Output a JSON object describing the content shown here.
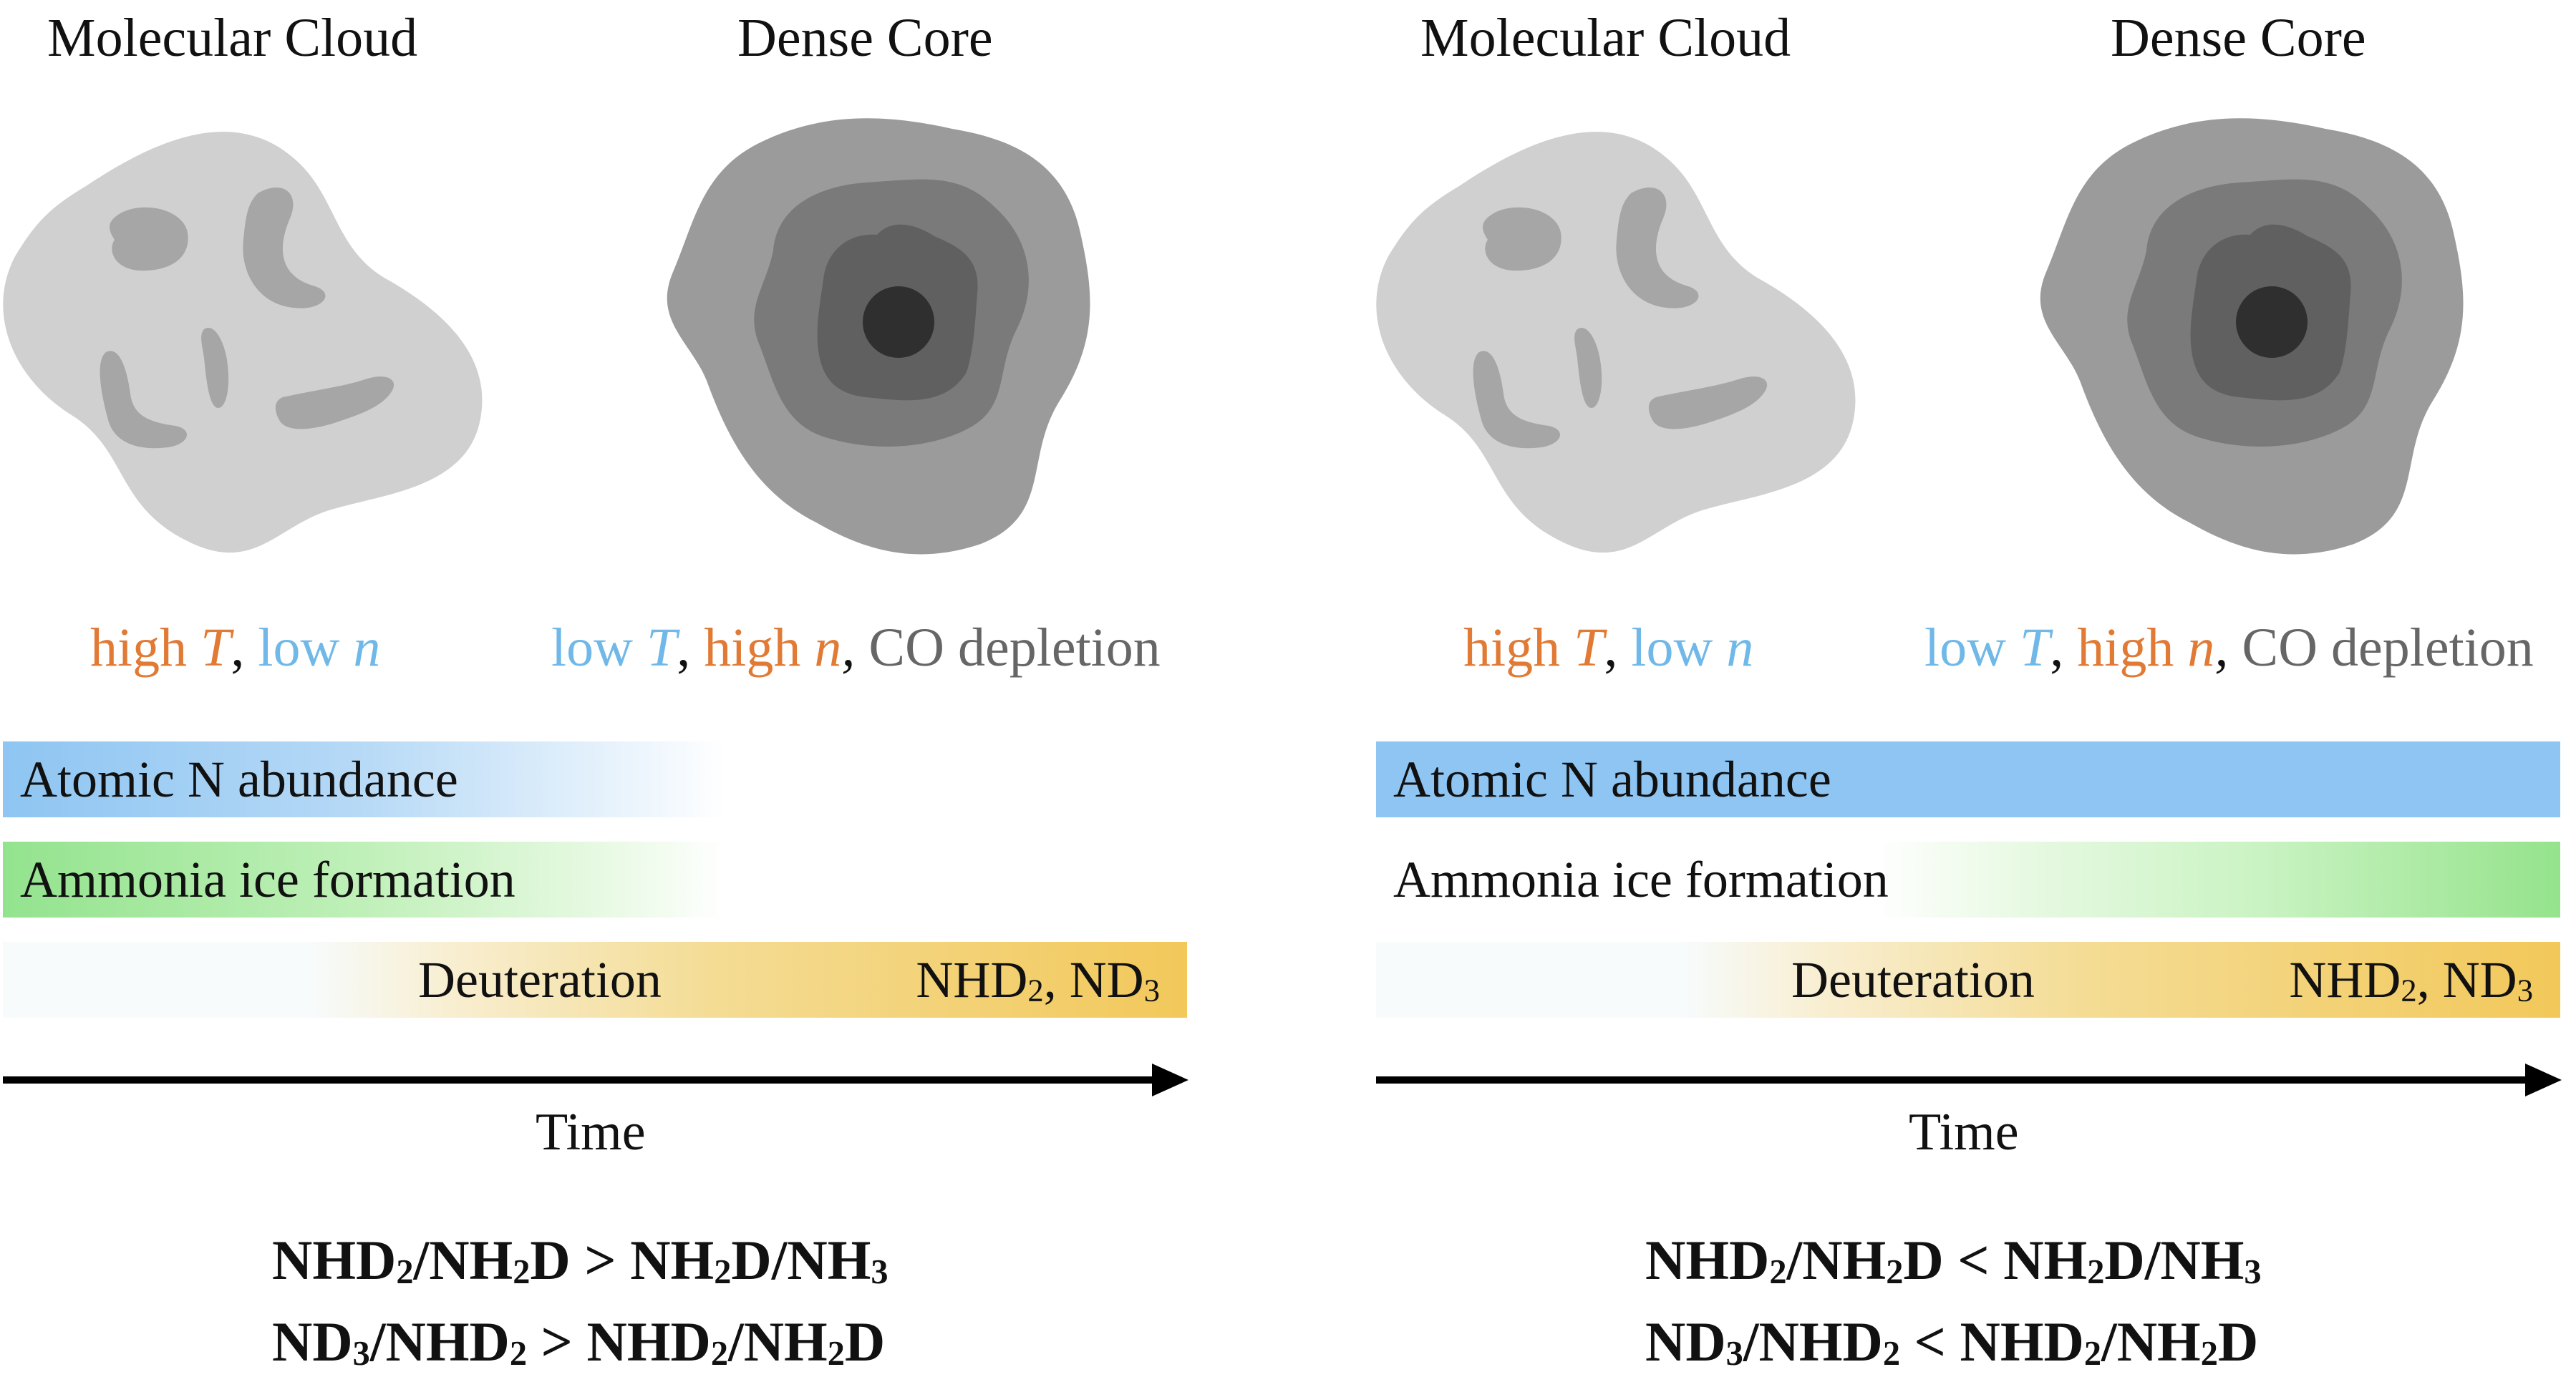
{
  "colors": {
    "orange": "#e07a35",
    "blue": "#6fb8e8",
    "gray_text": "#666666",
    "atomic_blue": "#8ec5f2",
    "ammonia_green": "#93e38e",
    "deuteration_gold": "#f2c85a"
  },
  "left": {
    "title_cloud": "Molecular Cloud",
    "title_core": "Dense Core",
    "cloud_cond": {
      "high": "high",
      "T": "T",
      "sep1": ", ",
      "low": "low",
      "n": "n"
    },
    "core_cond": {
      "low": "low",
      "T": "T",
      "sep1": ", ",
      "high": "high",
      "n": "n",
      "sep2": ",",
      "co": " CO depletion"
    },
    "atomic_label": "Atomic N abundance",
    "ammonia_label": "Ammonia ice formation",
    "deut_label": "Deuteration",
    "deut_right": {
      "a": "NHD",
      "a_sub": "2",
      "b": ", ND",
      "b_sub": "3"
    },
    "time_label": "Time",
    "ratio1": {
      "p1": "NHD",
      "s1": "2",
      "p2": "/NH",
      "s2": "2",
      "p3": "D ",
      "op": ">",
      "p4": " NH",
      "s3": "2",
      "p5": "D/NH",
      "s4": "3"
    },
    "ratio2": {
      "p1": "ND",
      "s1": "3",
      "p2": "/NHD",
      "s2": "2",
      "p3": " ",
      "op": ">",
      "p4": " NHD",
      "s3": "2",
      "p5": "/NH",
      "s4": "2",
      "p6": "D"
    }
  },
  "right": {
    "title_cloud": "Molecular Cloud",
    "title_core": "Dense Core",
    "cloud_cond": {
      "high": "high",
      "T": "T",
      "sep1": ", ",
      "low": "low",
      "n": "n"
    },
    "core_cond": {
      "low": "low",
      "T": "T",
      "sep1": ", ",
      "high": "high",
      "n": "n",
      "sep2": ",",
      "co": " CO depletion"
    },
    "atomic_label": "Atomic N abundance",
    "ammonia_label": "Ammonia ice formation",
    "deut_label": "Deuteration",
    "deut_right": {
      "a": "NHD",
      "a_sub": "2",
      "b": ", ND",
      "b_sub": "3"
    },
    "time_label": "Time",
    "ratio1": {
      "p1": "NHD",
      "s1": "2",
      "p2": "/NH",
      "s2": "2",
      "p3": "D ",
      "op": "<",
      "p4": " NH",
      "s3": "2",
      "p5": "D/NH",
      "s4": "3"
    },
    "ratio2": {
      "p1": "ND",
      "s1": "3",
      "p2": "/NHD",
      "s2": "2",
      "p3": " ",
      "op": "<",
      "p4": " NHD",
      "s3": "2",
      "p5": "/NH",
      "s4": "2",
      "p6": "D"
    }
  }
}
